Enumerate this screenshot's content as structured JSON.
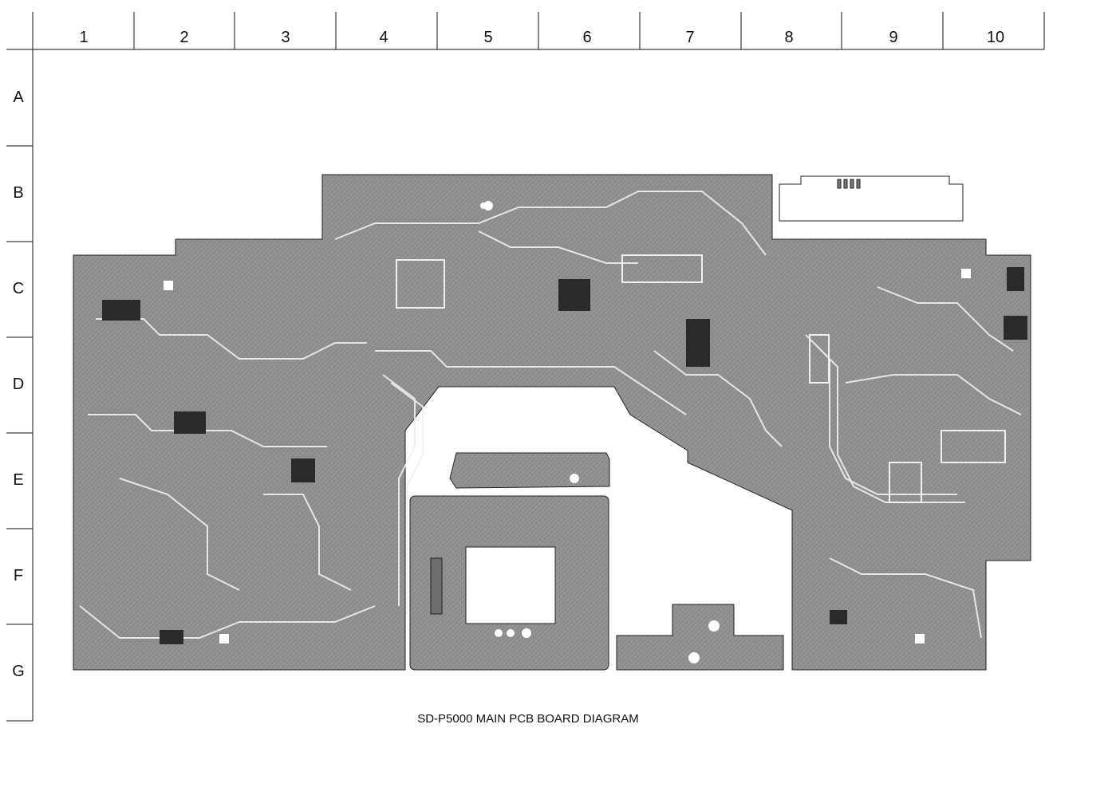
{
  "grid": {
    "columns": [
      "1",
      "2",
      "3",
      "4",
      "5",
      "6",
      "7",
      "8",
      "9",
      "10"
    ],
    "rows": [
      "A",
      "B",
      "C",
      "D",
      "E",
      "F",
      "G"
    ]
  },
  "caption": "SD-P5000 MAIN PCB BOARD DIAGRAM",
  "colors": {
    "board": "#8a8a8a",
    "trace": "#f2f2f2",
    "line": "#111111"
  }
}
